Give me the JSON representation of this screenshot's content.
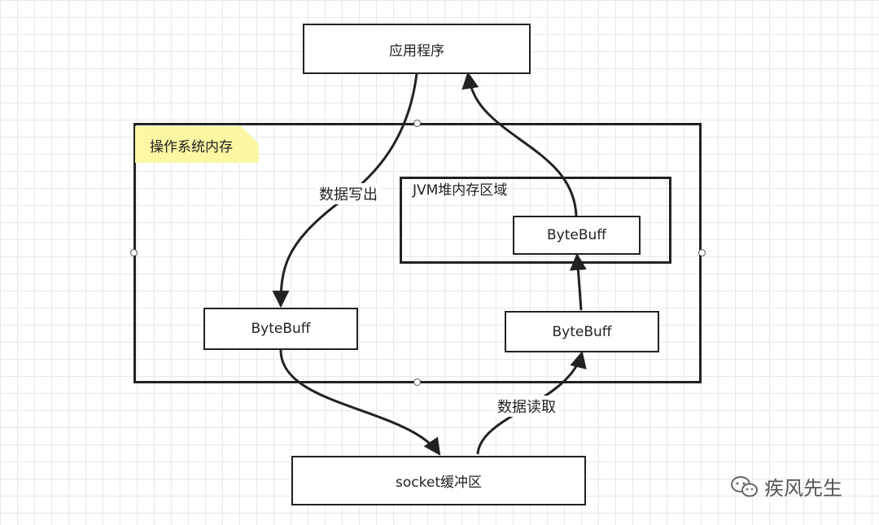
{
  "nodes": {
    "app": "应用程序",
    "os_memory": "操作系统内存",
    "jvm_heap": "JVM堆内存区域",
    "jvm_bytebuff": "ByteBuff",
    "os_bytebuff_left": "ByteBuff",
    "os_bytebuff_right": "ByteBuff",
    "socket_buffer": "socket缓冲区"
  },
  "edge_labels": {
    "write_out": "数据写出",
    "read_in": "数据读取"
  },
  "watermark": {
    "text": "疾风先生",
    "icon": "wechat-icon"
  },
  "colors": {
    "note_fill": "#fbf7a3",
    "stroke": "#222222",
    "grid": "#e8e8e8"
  }
}
